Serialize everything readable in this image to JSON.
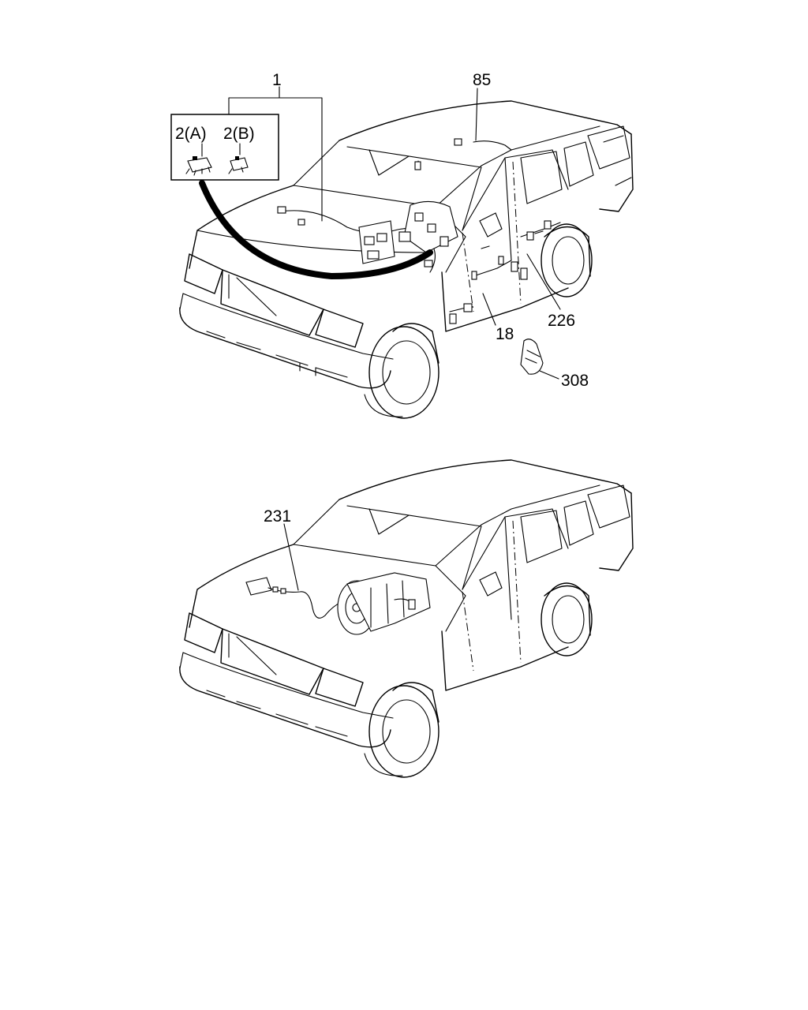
{
  "callouts": {
    "c1": "1",
    "c2a": "2(A)",
    "c2b": "2(B)",
    "c85": "85",
    "c226": "226",
    "c18": "18",
    "c308": "308",
    "c231": "231"
  },
  "colors": {
    "line": "#000000",
    "background": "#ffffff"
  },
  "icons": [
    "vehicle-outline",
    "wiring-harness",
    "connector",
    "compressor",
    "clip"
  ]
}
